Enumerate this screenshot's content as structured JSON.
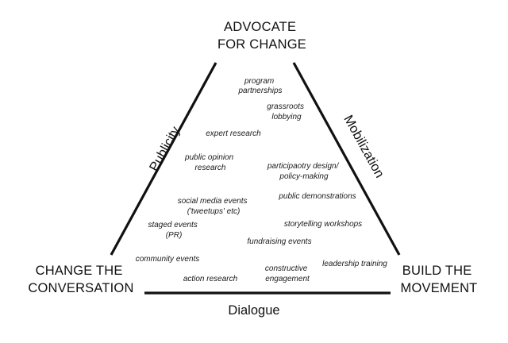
{
  "corners": {
    "top": [
      "ADVOCATE",
      "FOR CHANGE"
    ],
    "left": [
      "CHANGE THE",
      "CONVERSATION"
    ],
    "right": [
      "BUILD THE",
      "MOVEMENT"
    ]
  },
  "sides": {
    "left": "Publicity",
    "right": "Mobilization",
    "bottom": "Dialogue"
  },
  "items": {
    "program_partnerships": [
      "program",
      "partnerships"
    ],
    "grassroots_lobbying": [
      "grassroots",
      "lobbying"
    ],
    "expert_research": [
      "expert research"
    ],
    "public_opinion_research": [
      "public opinion",
      "research"
    ],
    "participatory_design": [
      "participaotry design/",
      "policy-making"
    ],
    "public_demonstrations": [
      "public demonstrations"
    ],
    "social_media_events": [
      "social media events",
      "('tweetups' etc)"
    ],
    "storytelling_workshops": [
      "storytelling workshops"
    ],
    "staged_events": [
      "staged events",
      "(PR)"
    ],
    "fundraising_events": [
      "fundraising events"
    ],
    "community_events": [
      "community events"
    ],
    "leadership_training": [
      "leadership training"
    ],
    "constructive_engagement": [
      "constructive",
      "engagement"
    ],
    "action_research": [
      "action research"
    ]
  },
  "colors": {
    "lines": "#111111",
    "text": "#1a1a1a",
    "background": "#ffffff"
  }
}
